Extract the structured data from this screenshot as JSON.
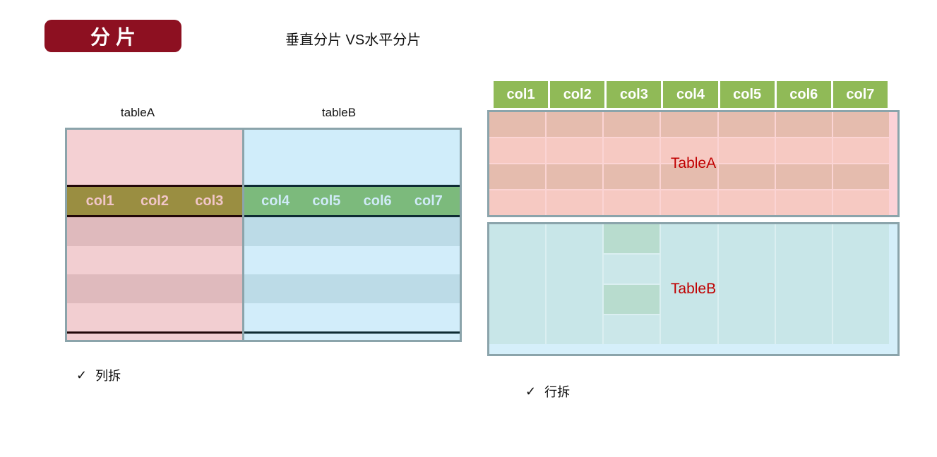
{
  "badge": {
    "label": "分片"
  },
  "heading": {
    "text": "垂直分片 VS水平分片"
  },
  "vertical_sharding": {
    "table_a_label": "tableA",
    "table_b_label": "tableB",
    "table_a_columns": [
      "col1",
      "col2",
      "col3"
    ],
    "table_b_columns": [
      "col4",
      "col5",
      "col6",
      "col7"
    ],
    "check_icon": "✓",
    "caption": "列拆"
  },
  "horizontal_sharding": {
    "columns": [
      "col1",
      "col2",
      "col3",
      "col4",
      "col5",
      "col6",
      "col7"
    ],
    "table_a_label": "TableA",
    "table_b_label": "TableB",
    "check_icon": "✓",
    "caption": "行拆"
  },
  "colors": {
    "badge_bg": "#8d1021",
    "border_gray": "#8ba4ab",
    "left_header_olive": "#9a8e41",
    "left_header_olive_text": "#f1c6c8",
    "left_header_green": "#7cba7c",
    "left_header_green_text": "#cfeaf7",
    "right_header_green": "#90ba57",
    "table_label_red": "#c00000",
    "pink_band": "#f4d0d3",
    "pink_stripe_dark": "#dfbabd",
    "blue_band": "#d0edfa",
    "blue_stripe_dark": "#bcdbe7",
    "table_a_cell_dark": "#e5bcae",
    "table_a_cell_light": "#f6c9c2",
    "table_b_cell": "#c8e6e8",
    "table_b_cell_green": "#b8dcce",
    "dark_line_maroon": "#220708",
    "dark_line_teal": "#0e2b33"
  }
}
